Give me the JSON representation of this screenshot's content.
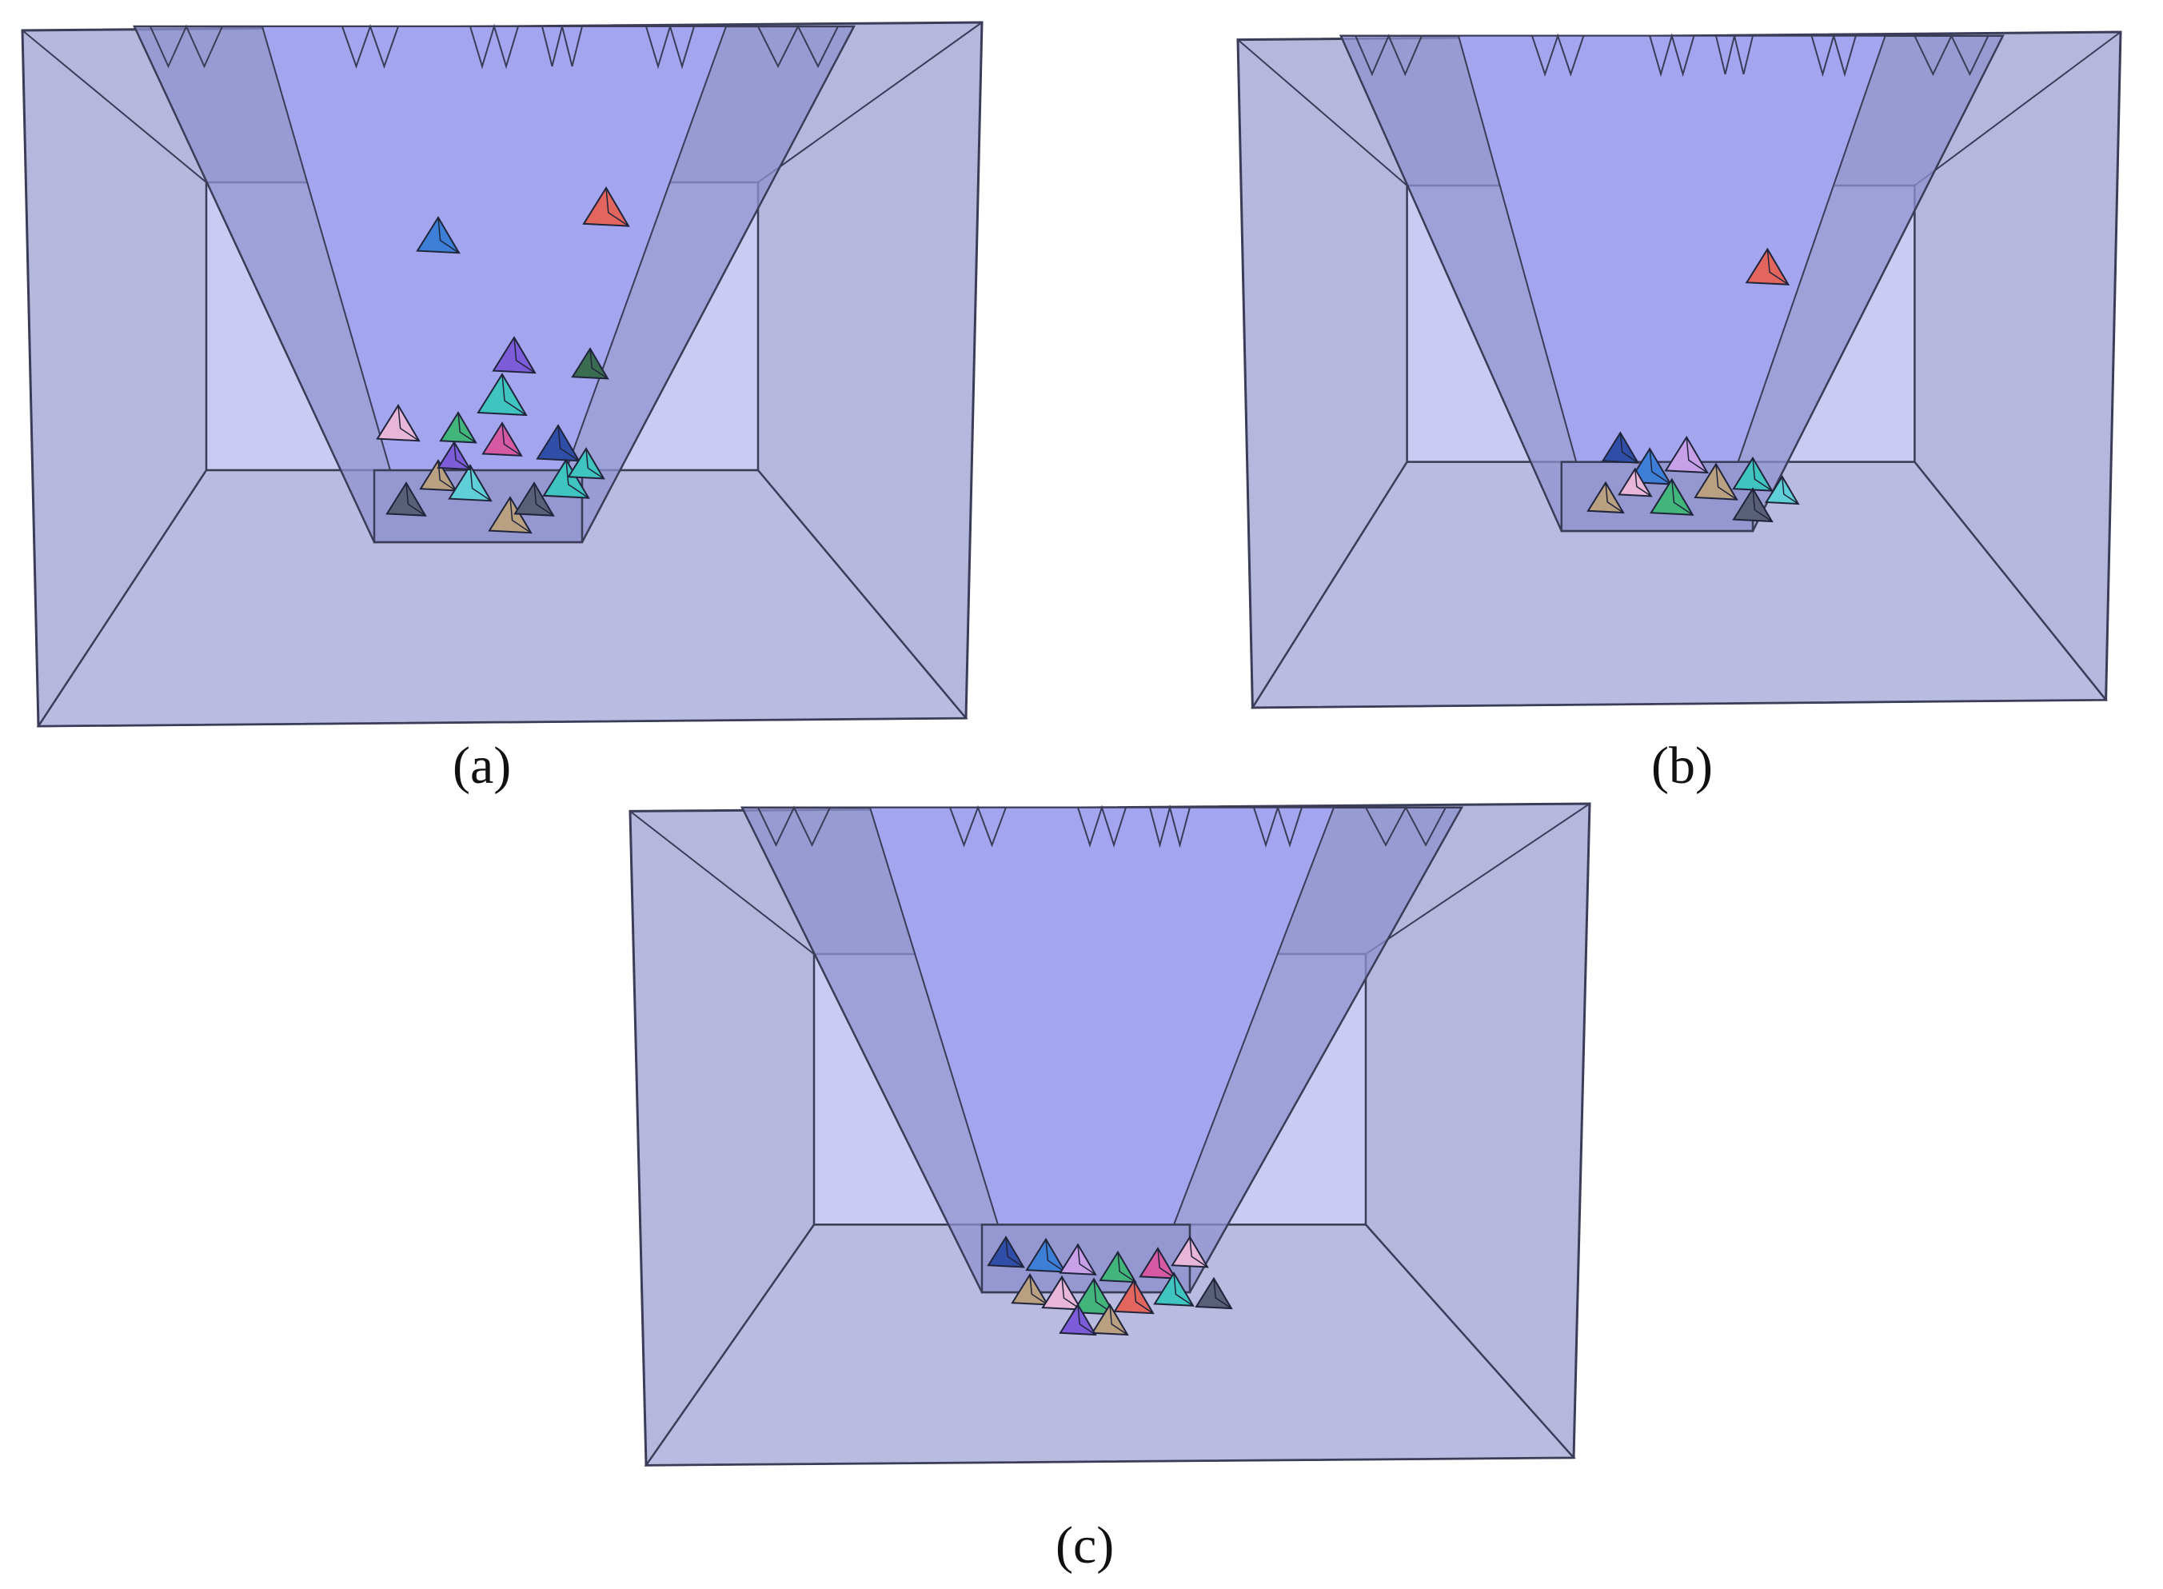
{
  "figure": {
    "panels": [
      {
        "id": "a",
        "caption": "(a)"
      },
      {
        "id": "b",
        "caption": "(b)"
      },
      {
        "id": "c",
        "caption": "(c)"
      }
    ]
  },
  "colors": {
    "box_side": "#b5b8dc",
    "box_back": "#c9cbf3",
    "box_floor": "#babbe0",
    "hopper_inner": "#a3a6ee",
    "hopper_wall": "#8f92cf",
    "edge": "#3a3c58",
    "particles": [
      "#3d7fd6",
      "#e2655e",
      "#7c5cd8",
      "#3a6c52",
      "#3fc4bf",
      "#e8b6d8",
      "#42b57a",
      "#d65aa3",
      "#2f4ea8",
      "#b9a081",
      "#5a5f78",
      "#5fd0d8",
      "#c7a0e8"
    ]
  }
}
